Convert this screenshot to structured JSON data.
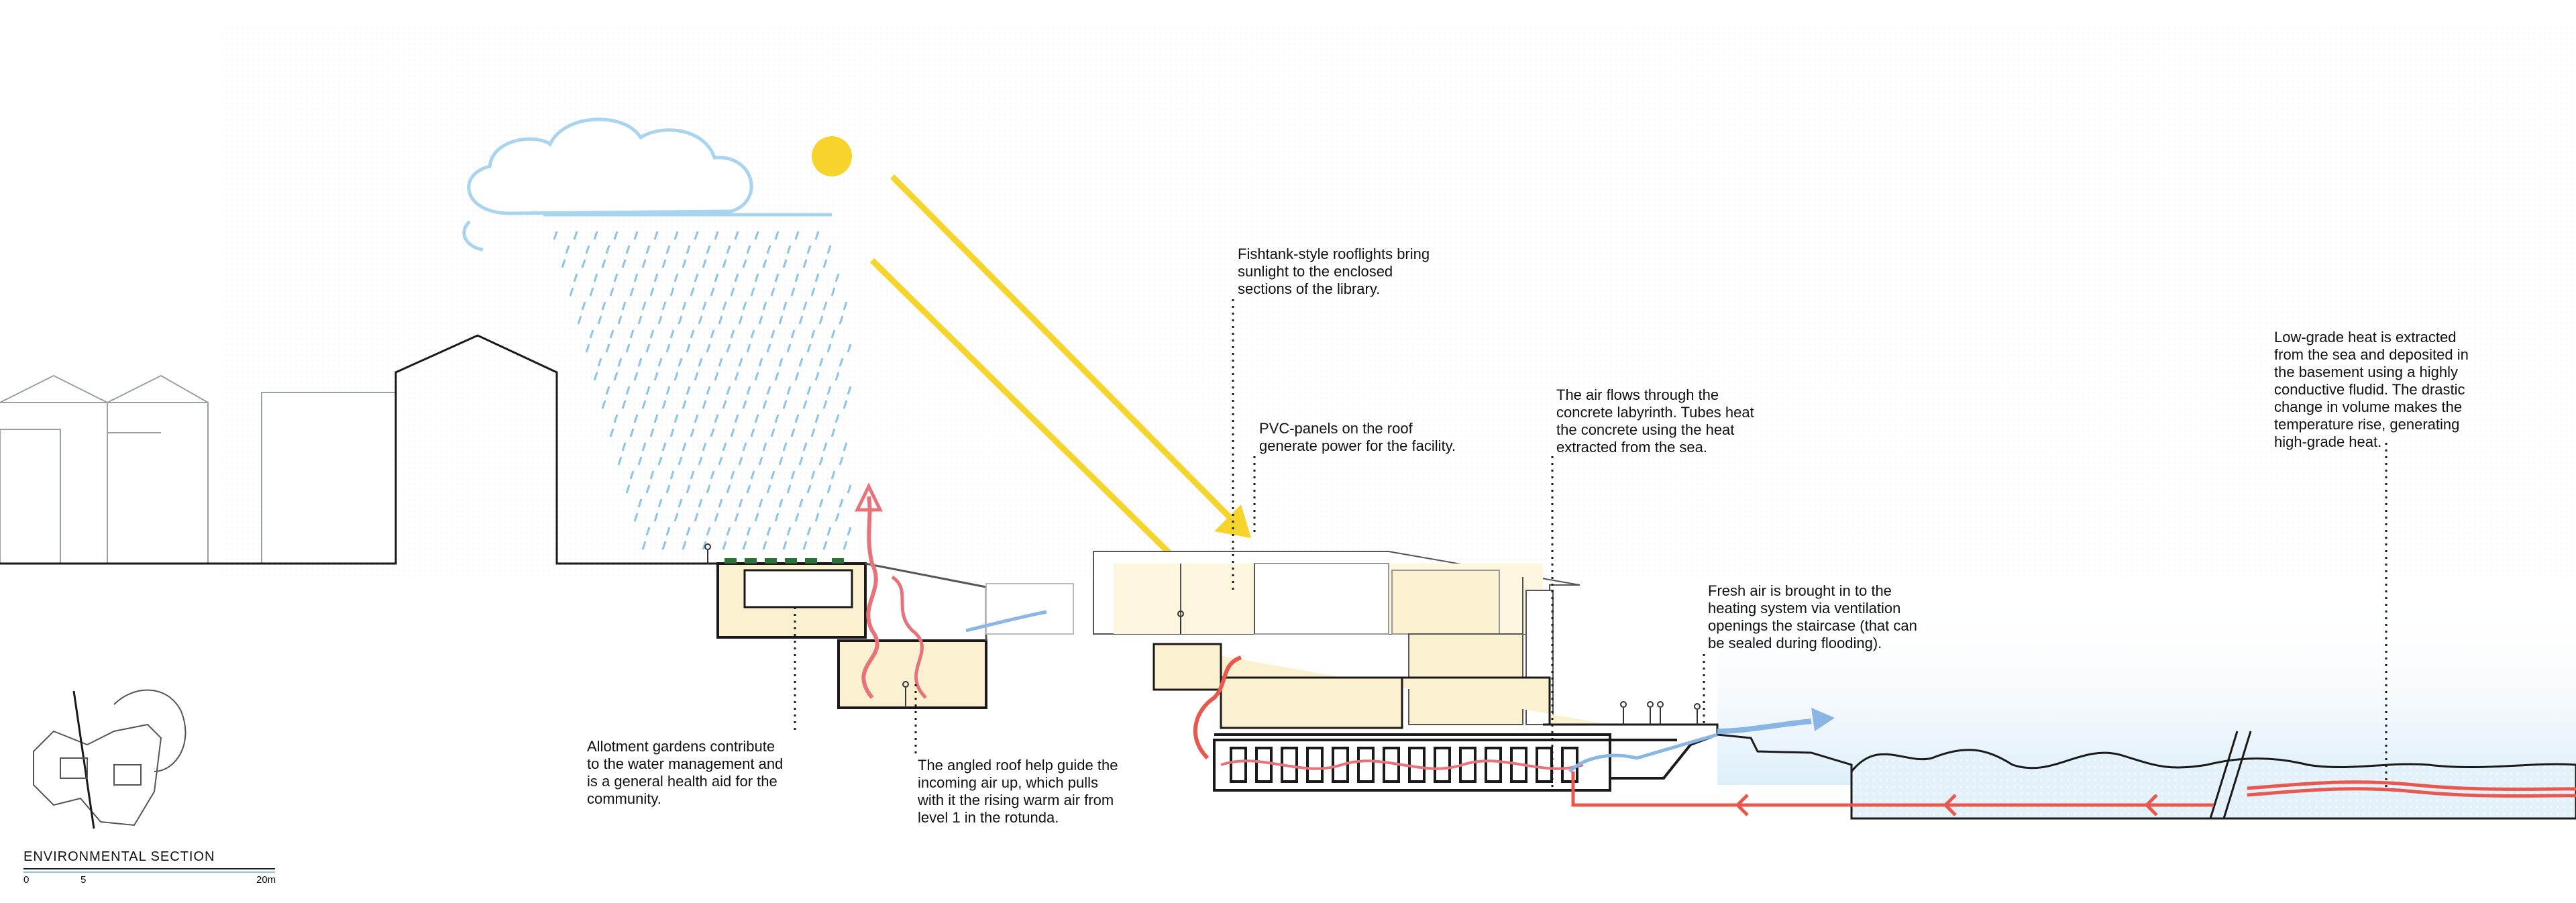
{
  "annotations": {
    "rooflights": "Fishtank-style rooflights bring\nsunlight to the enclosed\nsections of the library.",
    "pvc": "PVC-panels on the roof\ngenerate power for the facility.",
    "air_flow": "The air flows through the\nconcrete labyrinth. Tubes heat\nthe concrete using the heat\nextracted from the sea.",
    "heat": "Low-grade heat is extracted\nfrom the sea and deposited in\nthe basement using a highly\nconductive fludid. The drastic\n change in volume makes the\ntemperature rise, generating\nhigh-grade heat.",
    "fresh_air": "Fresh air is brought in to the\nheating system via ventilation\nopenings the staircase (that can\nbe sealed during flooding).",
    "allotment": "Allotment gardens contribute\nto the water management and\nis a general health aid for the\ncommunity.",
    "angled_roof": "The angled roof help guide the\nincoming air up, which pulls\nwith it the rising warm air from\nlevel 1 in the rotunda."
  },
  "scale": {
    "title": "ENVIRONMENTAL SECTION",
    "ticks": [
      "0",
      "5",
      "20m"
    ]
  },
  "colors": {
    "sun": "#f7d42b",
    "rain": "#8fc4ea",
    "cloud": "#a9d4f0",
    "warm_air": "#e8727a",
    "cool_air": "#8ab6e6",
    "heat_pipe": "#e8584f",
    "sea": "#d8ecf8",
    "interior": "#fbf0cf"
  }
}
